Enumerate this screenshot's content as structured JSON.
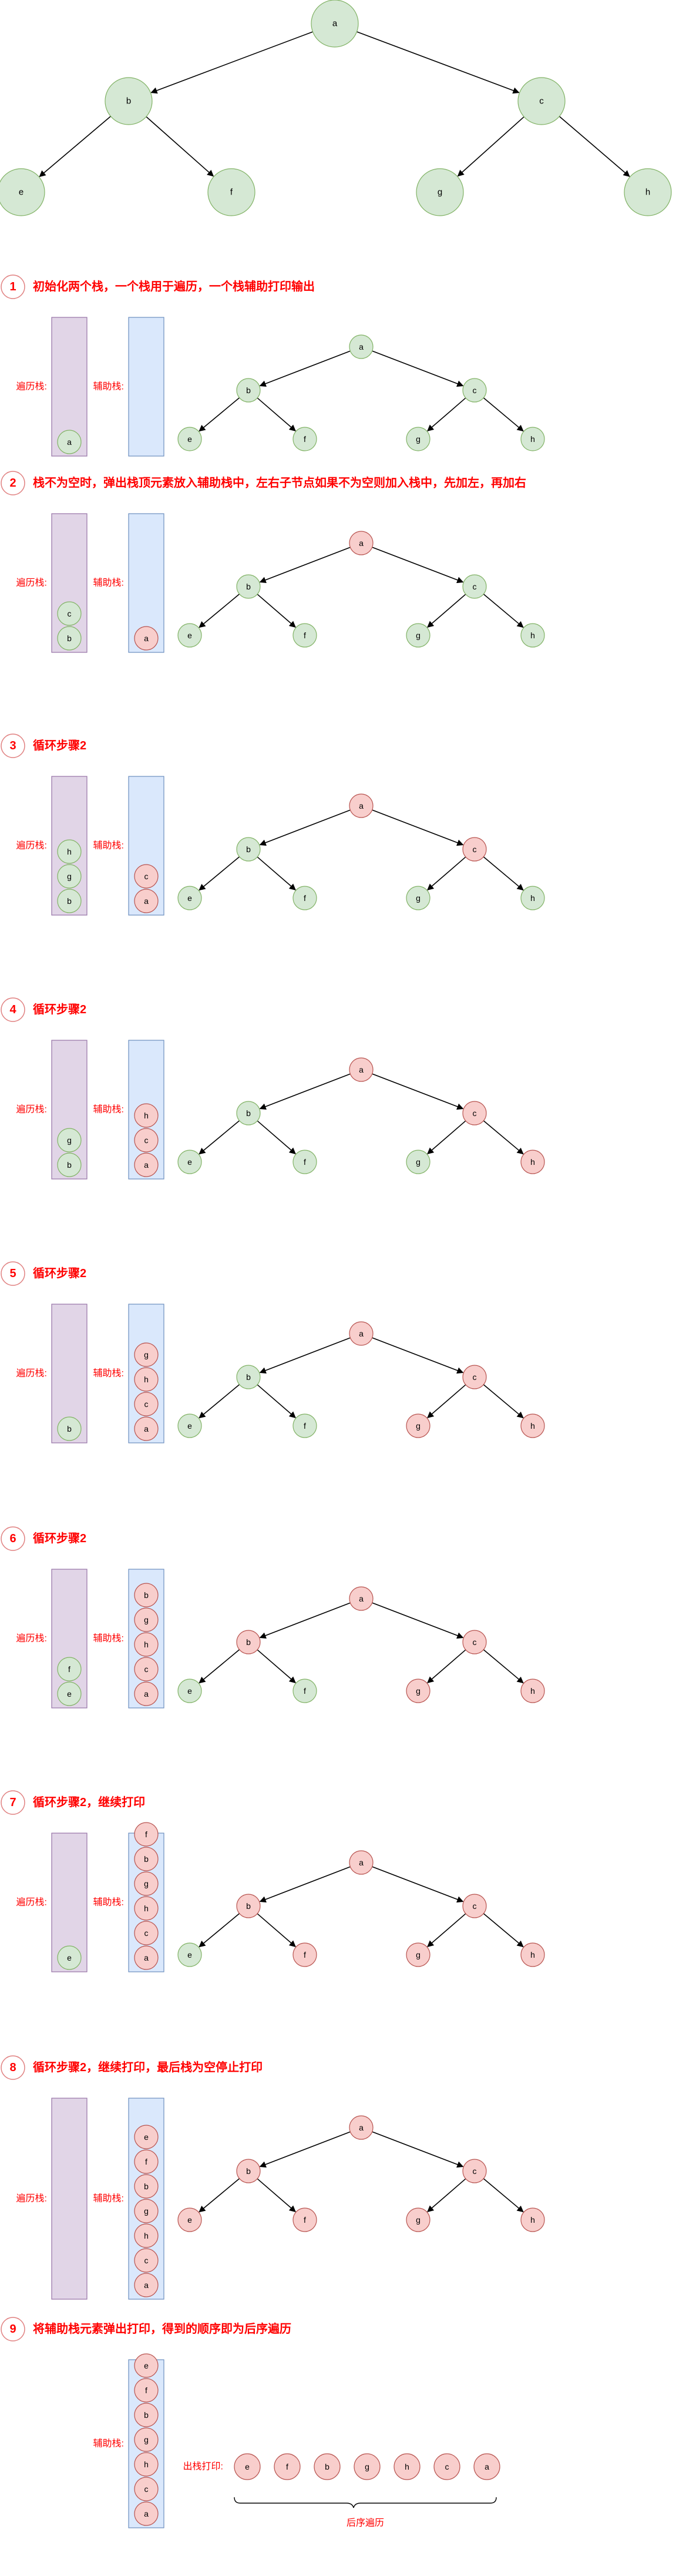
{
  "top_tree": {
    "nodes": [
      "a",
      "b",
      "c",
      "e",
      "f",
      "g",
      "h"
    ]
  },
  "labels": {
    "traverse_stack": "遍历栈:",
    "aux_stack": "辅助栈:",
    "output_label": "出栈打印:",
    "postorder_label": "后序遍历"
  },
  "colors": {
    "green_fill": "#d5e8d4",
    "green_stroke": "#82b366",
    "red_fill": "#f8cecc",
    "red_stroke": "#b85450",
    "purple_fill": "#e1d5e7",
    "purple_stroke": "#9673a6",
    "blue_fill": "#dae8fc",
    "blue_stroke": "#6c8ebf",
    "accent": "#ff0000"
  },
  "steps": [
    {
      "num": "1",
      "title": "初始化两个栈，一个栈用于遍历，一个栈辅助打印输出",
      "traverse": [
        "a"
      ],
      "aux": [],
      "red": []
    },
    {
      "num": "2",
      "title": "栈不为空时，弹出栈顶元素放入辅助栈中，左右子节点如果不为空则加入栈中，先加左，再加右",
      "traverse": [
        "c",
        "b"
      ],
      "aux": [
        "a"
      ],
      "red": [
        "a"
      ]
    },
    {
      "num": "3",
      "title": "循环步骤2",
      "traverse": [
        "h",
        "g",
        "b"
      ],
      "aux": [
        "c",
        "a"
      ],
      "red": [
        "a",
        "c"
      ]
    },
    {
      "num": "4",
      "title": "循环步骤2",
      "traverse": [
        "g",
        "b"
      ],
      "aux": [
        "h",
        "c",
        "a"
      ],
      "red": [
        "a",
        "c",
        "h"
      ]
    },
    {
      "num": "5",
      "title": "循环步骤2",
      "traverse": [
        "b"
      ],
      "aux": [
        "g",
        "h",
        "c",
        "a"
      ],
      "red": [
        "a",
        "c",
        "g",
        "h"
      ]
    },
    {
      "num": "6",
      "title": "循环步骤2",
      "traverse": [
        "f",
        "e"
      ],
      "aux": [
        "b",
        "g",
        "h",
        "c",
        "a"
      ],
      "red": [
        "a",
        "b",
        "c",
        "g",
        "h"
      ]
    },
    {
      "num": "7",
      "title": "循环步骤2，继续打印",
      "traverse": [
        "e"
      ],
      "aux": [
        "f",
        "b",
        "g",
        "h",
        "c",
        "a"
      ],
      "red": [
        "a",
        "b",
        "c",
        "f",
        "g",
        "h"
      ]
    },
    {
      "num": "8",
      "title": "循环步骤2，继续打印，最后栈为空停止打印",
      "traverse": [],
      "aux": [
        "e",
        "f",
        "b",
        "g",
        "h",
        "c",
        "a"
      ],
      "red": [
        "a",
        "b",
        "c",
        "e",
        "f",
        "g",
        "h"
      ]
    },
    {
      "num": "9",
      "title": "将辅助栈元素弹出打印，得到的顺序即为后序遍历",
      "traverse": null,
      "aux": [
        "e",
        "f",
        "b",
        "g",
        "h",
        "c",
        "a"
      ],
      "red": null,
      "output": [
        "e",
        "f",
        "b",
        "g",
        "h",
        "c",
        "a"
      ]
    }
  ]
}
